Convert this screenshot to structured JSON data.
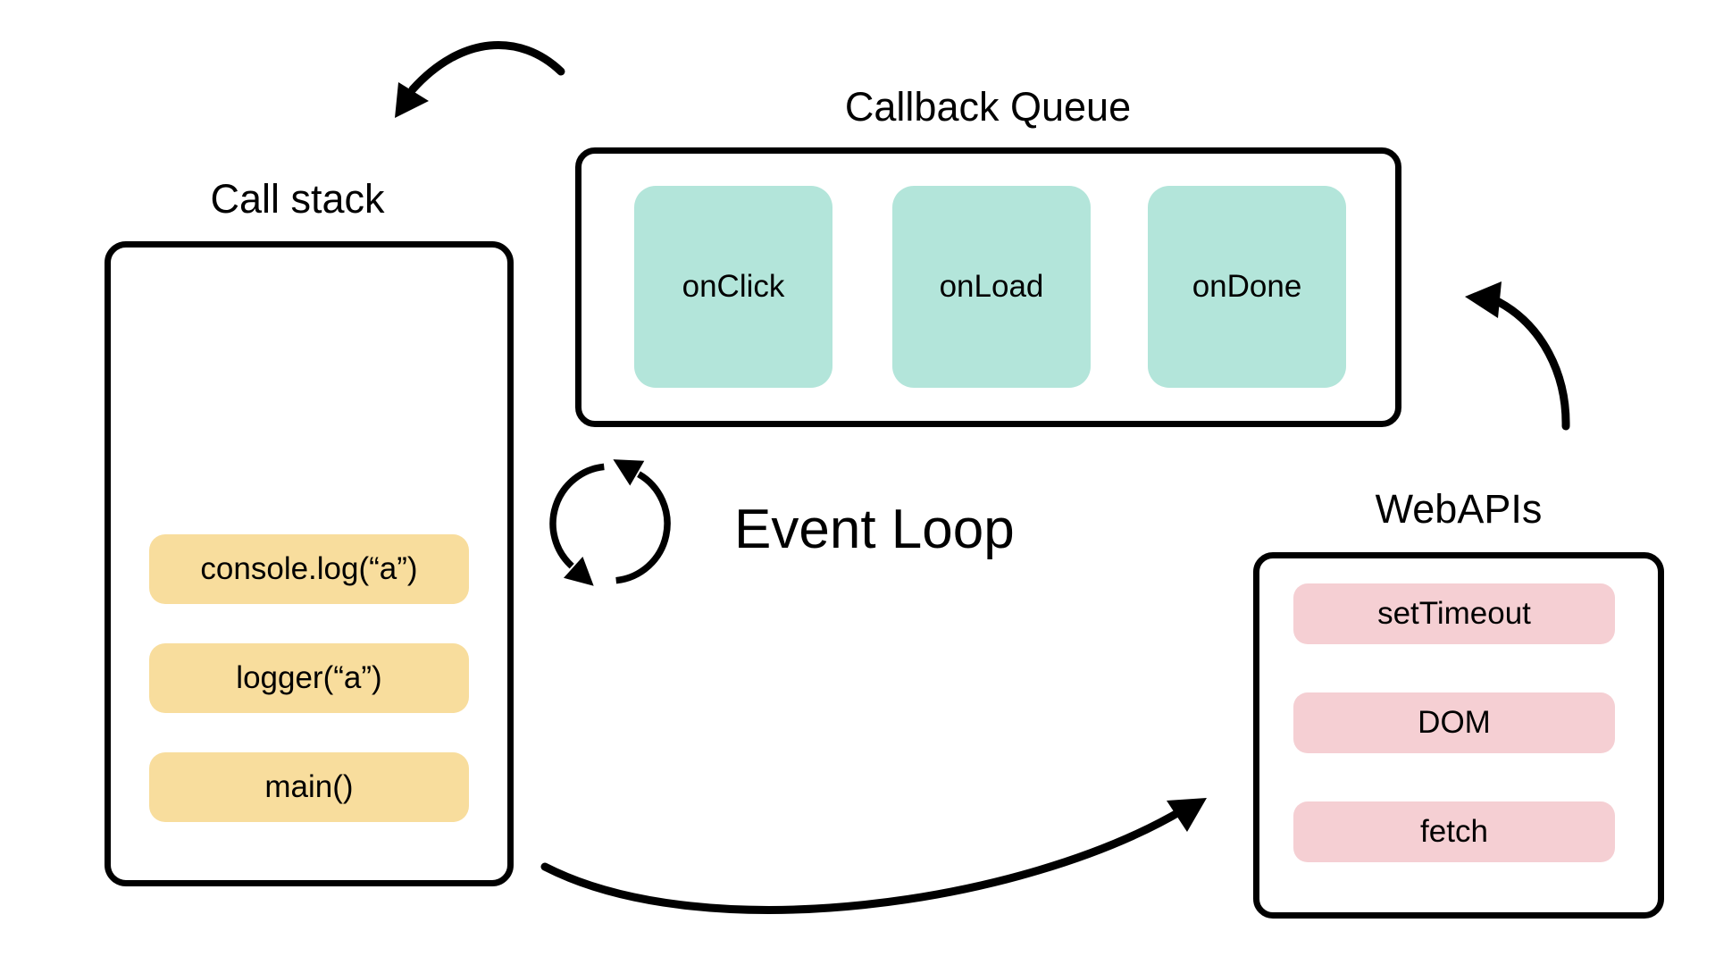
{
  "colors": {
    "background": "#ffffff",
    "line": "#000000",
    "stack_item_fill": "#f8dd9d",
    "queue_item_fill": "#b3e5da",
    "api_item_fill": "#f5cfd3"
  },
  "call_stack": {
    "title": "Call stack",
    "items": [
      "console.log(“a”)",
      "logger(“a”)",
      "main()"
    ]
  },
  "callback_queue": {
    "title": "Callback Queue",
    "items": [
      "onClick",
      "onLoad",
      "onDone"
    ]
  },
  "web_apis": {
    "title": "WebAPIs",
    "items": [
      "setTimeout",
      "DOM",
      "fetch"
    ]
  },
  "event_loop": {
    "label": "Event Loop"
  }
}
